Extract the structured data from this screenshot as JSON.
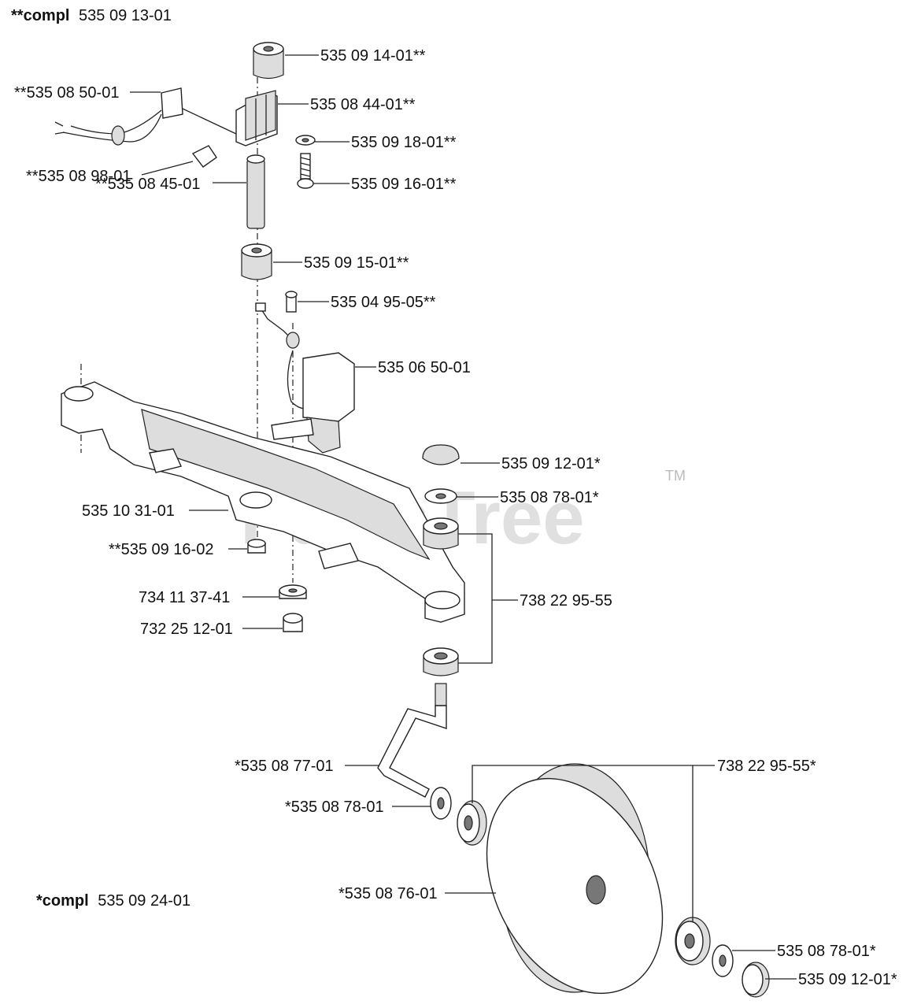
{
  "header": {
    "compl_top_prefix": "**compl",
    "compl_top_number": "535 09 13-01",
    "compl_bottom_prefix": "*compl",
    "compl_bottom_number": "535 09 24-01"
  },
  "labels": {
    "p01": "535 09 14-01**",
    "p02": "535 08 44-01**",
    "p03": "**535 08 50-01",
    "p04": "535 09 18-01**",
    "p05": "**535 08 98-01",
    "p06": "**535 08 45-01",
    "p07": "535 09 16-01**",
    "p08": "535 09 15-01**",
    "p09": "535 04 95-05**",
    "p10": "535 06 50-01",
    "p11": "535 09 12-01*",
    "p12": "535 08 78-01*",
    "p13": "535 10 31-01",
    "p14": "**535 09 16-02",
    "p15": "738 22 95-55",
    "p16": "734 11 37-41",
    "p17": "732 25 12-01",
    "p18": "*535 08 77-01",
    "p19": "738 22 95-55*",
    "p20": "*535 08 78-01",
    "p21": "*535 08 76-01",
    "p22": "535 08 78-01*",
    "p23": "535 09 12-01*"
  },
  "watermark": {
    "text": "PartsTree",
    "trademark": "TM"
  }
}
